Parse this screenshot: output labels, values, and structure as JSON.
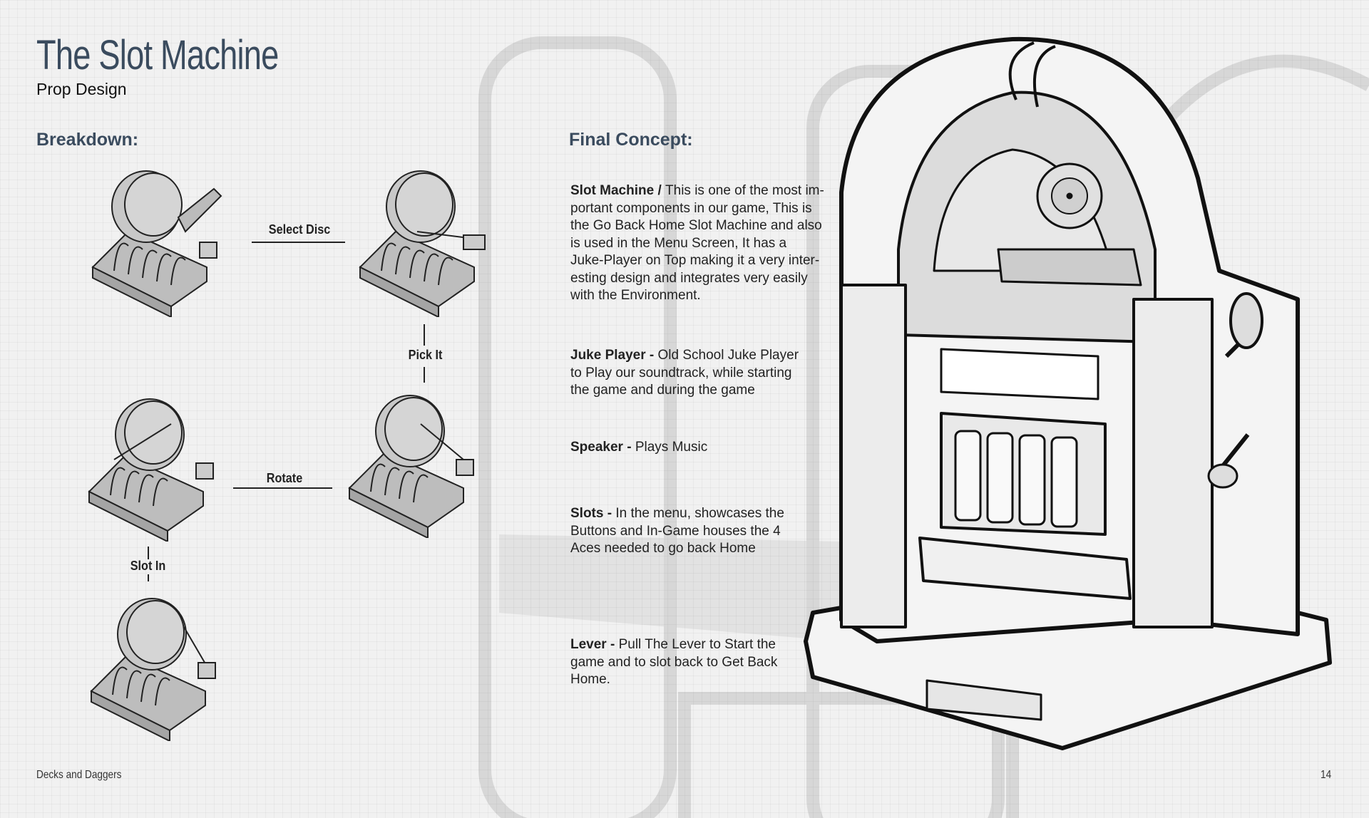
{
  "header": {
    "title": "The Slot Machine",
    "subtitle": "Prop Design"
  },
  "breakdown": {
    "heading": "Breakdown:",
    "steps": [
      "Select Disc",
      "Pick It",
      "Rotate",
      "Slot In"
    ]
  },
  "concept": {
    "heading": "Final Concept:",
    "items": [
      {
        "name": "Slot Machine",
        "sep": " / ",
        "lines": [
          "This is one of the most im-",
          "portant components in our game, This is",
          "the Go Back Home Slot Machine and also",
          "is used in the Menu Screen, It has a",
          "Juke-Player on Top making it a very inter-",
          "esting design and integrates very easily",
          "with the Environment."
        ]
      },
      {
        "name": "Juke Player",
        "sep": " - ",
        "lines": [
          "Old School Juke Player",
          "to Play our soundtrack, while starting",
          "the game and during the game"
        ]
      },
      {
        "name": "Speaker",
        "sep": " - ",
        "lines": [
          "Plays Music"
        ]
      },
      {
        "name": "Slots",
        "sep": " - ",
        "lines": [
          "In the menu, showcases the",
          "Buttons and In-Game houses the 4",
          "Aces needed to go back Home"
        ]
      },
      {
        "name": "Lever",
        "sep": " - ",
        "lines": [
          "Pull The Lever to Start the",
          "game and to slot back to Get Back",
          "Home."
        ]
      }
    ]
  },
  "footer": {
    "book": "Decks and Daggers",
    "page": "14"
  },
  "colors": {
    "heading": "#3a4b5e",
    "text": "#222222",
    "background": "#f1f1f1"
  }
}
